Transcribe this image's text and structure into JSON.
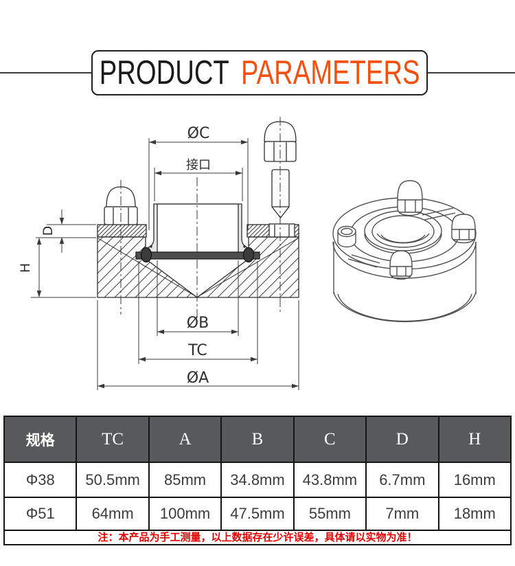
{
  "header": {
    "title_black": "PRODUCT",
    "title_orange": "PARAMETERS",
    "accent_color": "#f4500f"
  },
  "diagram": {
    "labels": {
      "dia_c": "ØC",
      "port": "接口",
      "dia_b": "ØB",
      "tc": "TC",
      "dia_a": "ØA",
      "d": "D",
      "h": "H"
    }
  },
  "table": {
    "headers": [
      "规格",
      "TC",
      "A",
      "B",
      "C",
      "D",
      "H"
    ],
    "rows": [
      [
        "Φ38",
        "50.5mm",
        "85mm",
        "34.8mm",
        "43.8mm",
        "6.7mm",
        "16mm"
      ],
      [
        "Φ51",
        "64mm",
        "100mm",
        "47.5mm",
        "55mm",
        "7mm",
        "18mm"
      ]
    ],
    "note": "注：本产品为手工测量，以上数据存在少许误差，具体请以实物为准！",
    "header_bg": "#58595b",
    "note_color": "#e60000"
  }
}
